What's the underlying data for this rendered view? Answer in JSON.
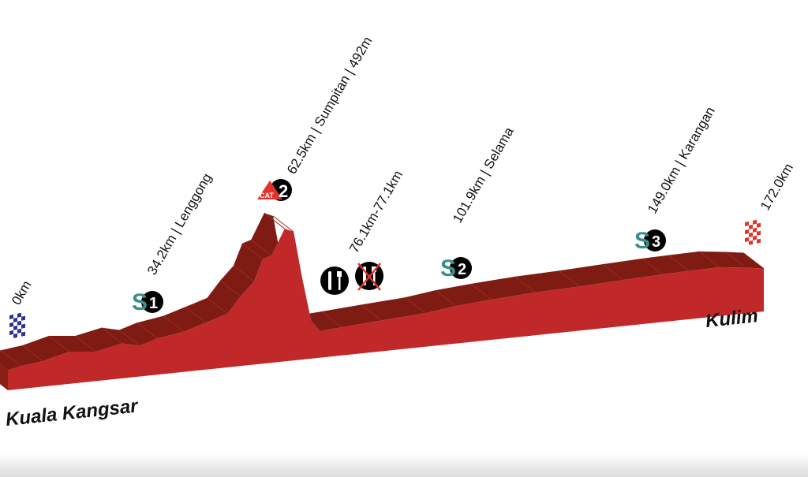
{
  "start_town": "Kuala Kangsar",
  "finish_town": "Kulim",
  "colors": {
    "front": "#c0282a",
    "top": "#7e1c14",
    "sprint": "#3a8f8a",
    "start_flag": "#2b2f8f",
    "finish_flag": "#e0342b"
  },
  "labels": [
    {
      "id": "start",
      "text": "0km",
      "km": 0
    },
    {
      "id": "s1",
      "text": "34.2km | Lenggong",
      "km": 34.2
    },
    {
      "id": "kom",
      "text": "62.5km | Sumpitan | 492m",
      "km": 62.5
    },
    {
      "id": "feed",
      "text": "76.1km-77.1km",
      "km": 76.1
    },
    {
      "id": "s2",
      "text": "101.9km | Selama",
      "km": 101.9
    },
    {
      "id": "s3",
      "text": "149.0km | Karangan",
      "km": 149.0
    },
    {
      "id": "finish",
      "text": "172.0km",
      "km": 172.0
    }
  ],
  "badges": {
    "s1": "1",
    "s2": "2",
    "s3": "3",
    "s_letter": "S",
    "cat_text": "CAT",
    "cat_num": "2"
  },
  "profile": {
    "km": [
      0,
      3,
      8,
      14,
      20,
      26,
      30,
      34,
      40,
      45,
      50,
      53,
      56,
      58,
      60,
      63,
      65,
      67,
      69,
      71,
      76,
      85,
      95,
      102,
      110,
      120,
      130,
      140,
      149,
      155,
      162,
      168,
      172
    ],
    "elev": [
      75,
      85,
      95,
      120,
      110,
      130,
      115,
      135,
      150,
      175,
      200,
      260,
      310,
      390,
      400,
      495,
      480,
      300,
      140,
      100,
      105,
      115,
      125,
      140,
      150,
      160,
      165,
      172,
      178,
      180,
      182,
      170,
      160
    ]
  }
}
